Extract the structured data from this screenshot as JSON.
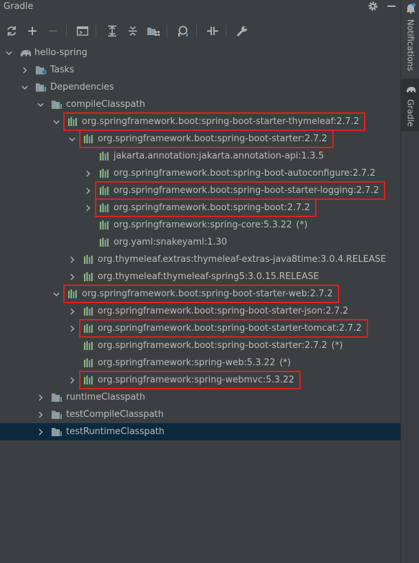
{
  "window": {
    "title": "Gradle"
  },
  "sidetabs": {
    "notifications": "Notifications",
    "gradle": "Gradle"
  },
  "colors": {
    "highlight": "#e02020",
    "selected_row": "#0d293e",
    "background": "#3c3f41"
  },
  "toolbar": {
    "icons": [
      "refresh-icon",
      "add-icon",
      "remove-icon",
      "execute-task-icon",
      "expand-all-icon",
      "collapse-all-icon",
      "group-modules-icon",
      "analyze-dependencies-icon",
      "toggle-offline-icon",
      "settings-wrench-icon"
    ]
  },
  "tree": [
    {
      "depth": 0,
      "expand": "down",
      "icon": "elephant",
      "label": "hello-spring",
      "hl": false
    },
    {
      "depth": 1,
      "expand": "right",
      "icon": "folder-gear",
      "label": "Tasks",
      "hl": false
    },
    {
      "depth": 1,
      "expand": "down",
      "icon": "folder-lib",
      "label": "Dependencies",
      "hl": false
    },
    {
      "depth": 2,
      "expand": "down",
      "icon": "folder-lib",
      "label": "compileClasspath",
      "hl": false
    },
    {
      "depth": 3,
      "expand": "down",
      "icon": "lib",
      "label": "org.springframework.boot:spring-boot-starter-thymeleaf:2.7.2",
      "hl": true
    },
    {
      "depth": 4,
      "expand": "down",
      "icon": "lib",
      "label": "org.springframework.boot:spring-boot-starter:2.7.2",
      "hl": true
    },
    {
      "depth": 5,
      "expand": "none",
      "icon": "lib",
      "label": "jakarta.annotation:jakarta.annotation-api:1.3.5",
      "hl": false
    },
    {
      "depth": 5,
      "expand": "right",
      "icon": "lib",
      "label": "org.springframework.boot:spring-boot-autoconfigure:2.7.2",
      "hl": false
    },
    {
      "depth": 5,
      "expand": "right",
      "icon": "lib",
      "label": "org.springframework.boot:spring-boot-starter-logging:2.7.2",
      "hl": true
    },
    {
      "depth": 5,
      "expand": "right",
      "icon": "lib",
      "label": "org.springframework.boot:spring-boot:2.7.2",
      "hl": true
    },
    {
      "depth": 5,
      "expand": "none",
      "icon": "lib",
      "label": "org.springframework:spring-core:5.3.22",
      "suffix": "(*)",
      "hl": false
    },
    {
      "depth": 5,
      "expand": "none",
      "icon": "lib",
      "label": "org.yaml:snakeyaml:1.30",
      "hl": false
    },
    {
      "depth": 4,
      "expand": "right",
      "icon": "lib",
      "label": "org.thymeleaf.extras:thymeleaf-extras-java8time:3.0.4.RELEASE",
      "hl": false
    },
    {
      "depth": 4,
      "expand": "right",
      "icon": "lib",
      "label": "org.thymeleaf:thymeleaf-spring5:3.0.15.RELEASE",
      "hl": false
    },
    {
      "depth": 3,
      "expand": "down",
      "icon": "lib",
      "label": "org.springframework.boot:spring-boot-starter-web:2.7.2",
      "hl": true
    },
    {
      "depth": 4,
      "expand": "right",
      "icon": "lib",
      "label": "org.springframework.boot:spring-boot-starter-json:2.7.2",
      "hl": false
    },
    {
      "depth": 4,
      "expand": "right",
      "icon": "lib",
      "label": "org.springframework.boot:spring-boot-starter-tomcat:2.7.2",
      "hl": true
    },
    {
      "depth": 4,
      "expand": "none",
      "icon": "lib",
      "label": "org.springframework.boot:spring-boot-starter:2.7.2",
      "suffix": "(*)",
      "hl": false
    },
    {
      "depth": 4,
      "expand": "none",
      "icon": "lib",
      "label": "org.springframework:spring-web:5.3.22",
      "suffix": "(*)",
      "hl": false
    },
    {
      "depth": 4,
      "expand": "right",
      "icon": "lib",
      "label": "org.springframework:spring-webmvc:5.3.22",
      "hl": true
    },
    {
      "depth": 2,
      "expand": "right",
      "icon": "folder-lib",
      "label": "runtimeClasspath",
      "hl": false
    },
    {
      "depth": 2,
      "expand": "right",
      "icon": "folder-lib",
      "label": "testCompileClasspath",
      "hl": false
    },
    {
      "depth": 2,
      "expand": "right",
      "icon": "folder-lib",
      "label": "testRuntimeClasspath",
      "hl": false,
      "selected": true
    }
  ]
}
